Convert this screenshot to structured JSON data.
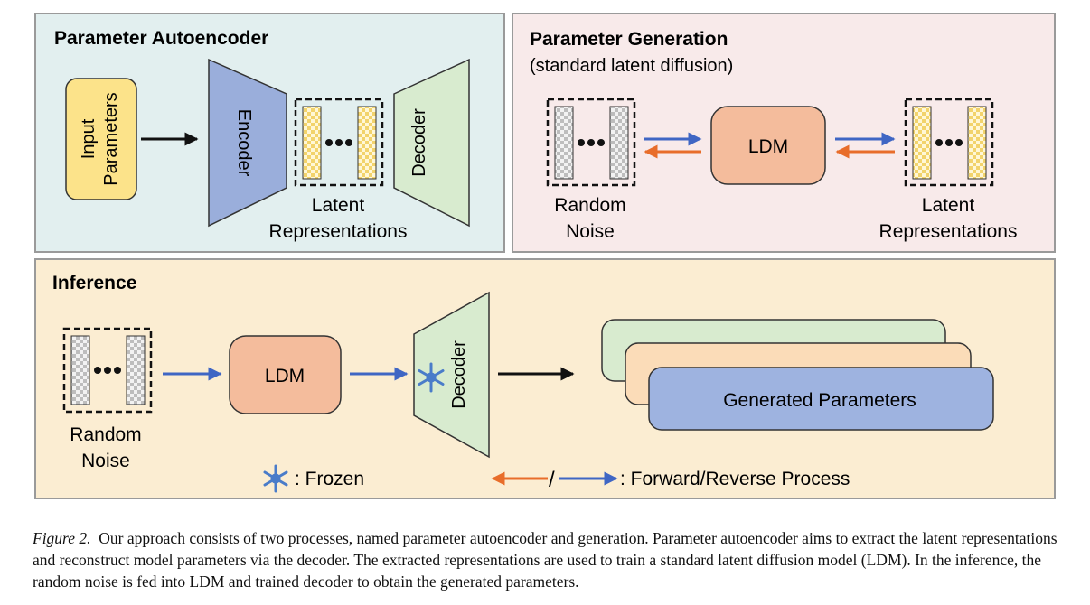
{
  "panels": {
    "autoencoder": {
      "title": "Parameter Autoencoder",
      "input_label_line1": "Input",
      "input_label_line2": "Parameters",
      "encoder": "Encoder",
      "decoder": "Decoder",
      "latent_line1": "Latent",
      "latent_line2": "Representations"
    },
    "generation": {
      "title": "Parameter Generation",
      "subtitle": "(standard latent diffusion)",
      "noise_line1": "Random",
      "noise_line2": "Noise",
      "ldm": "LDM",
      "latent_line1": "Latent",
      "latent_line2": "Representations"
    },
    "inference": {
      "title": "Inference",
      "noise_line1": "Random",
      "noise_line2": "Noise",
      "ldm": "LDM",
      "decoder": "Decoder",
      "generated": "Generated Parameters",
      "frozen_legend": ": Frozen",
      "process_legend": ": Forward/Reverse Process",
      "slash": "/"
    }
  },
  "colors": {
    "autoencoder_bg": "#e2efef",
    "generation_bg": "#f8eaea",
    "inference_bg": "#fbedd2",
    "input_box": "#fce38a",
    "encoder": "#9aaedb",
    "decoder": "#d8ebcf",
    "ldm": "#f4bc9c",
    "generated": "#9eb3e0",
    "forward_arrow": "#e86d2a",
    "reverse_arrow": "#3f66c4",
    "snowflake": "#4a7cc9"
  },
  "caption": {
    "label": "Figure 2.",
    "text": "Our approach consists of two processes, named parameter autoencoder and generation. Parameter autoencoder aims to extract the latent representations and reconstruct model parameters via the decoder. The extracted representations are used to train a standard latent diffusion model (LDM). In the inference, the random noise is fed into LDM and trained decoder to obtain the generated parameters."
  }
}
